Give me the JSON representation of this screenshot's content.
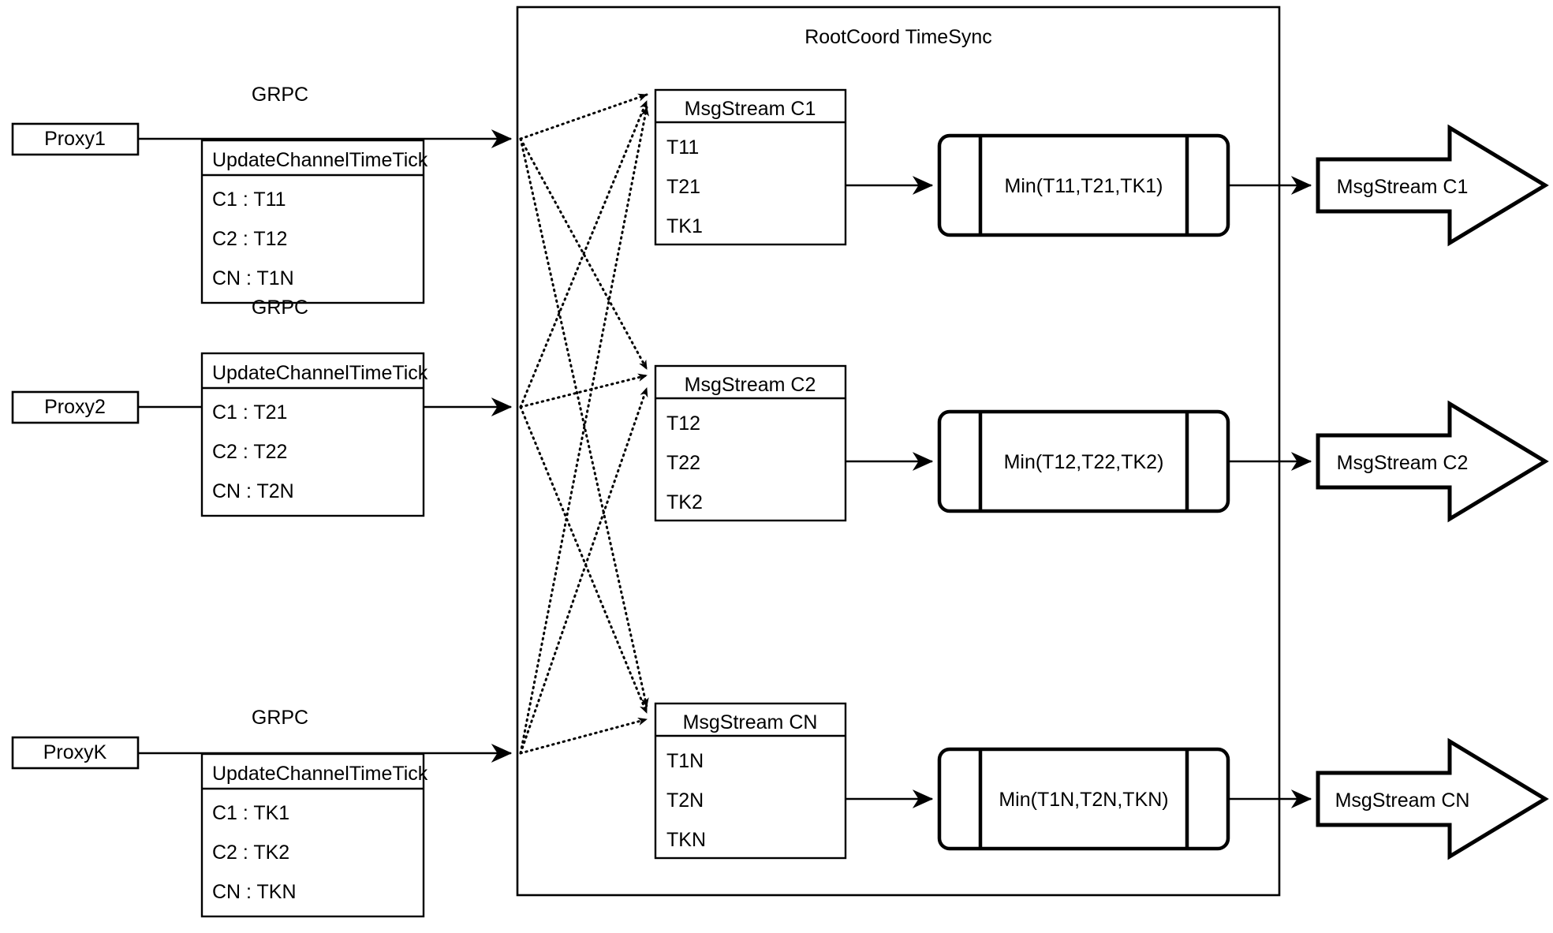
{
  "diagram": {
    "title": "RootCoord TimeSync",
    "container_label": "RootCoord TimeSync",
    "rpc_label": "GRPC",
    "colors": {
      "stroke": "#000000",
      "fill": "#ffffff",
      "background": "#ffffff"
    },
    "rows": [
      {
        "proxy": "Proxy1",
        "rpc": "GRPC",
        "request_title": "UpdateChannelTimeTick",
        "request_rows": [
          "C1 :  T11",
          "C2 :  T12",
          "CN : T1N"
        ],
        "msgstream_title": "MsgStream C1",
        "msgstream_rows": [
          "T11",
          "T21",
          "TK1"
        ],
        "process": "Min(T11,T21,TK1)",
        "output": "MsgStream C1"
      },
      {
        "proxy": "Proxy2",
        "rpc": "GRPC",
        "request_title": "UpdateChannelTimeTick",
        "request_rows": [
          "C1 :  T21",
          "C2 :  T22",
          "CN : T2N"
        ],
        "msgstream_title": "MsgStream C2",
        "msgstream_rows": [
          "T12",
          "T22",
          "TK2"
        ],
        "process": "Min(T12,T22,TK2)",
        "output": "MsgStream C2"
      },
      {
        "proxy": "ProxyK",
        "rpc": "GRPC",
        "request_title": "UpdateChannelTimeTick",
        "request_rows": [
          "C1 :  TK1",
          "C2 :  TK2",
          "CN : TKN"
        ],
        "msgstream_title": "MsgStream CN",
        "msgstream_rows": [
          "T1N",
          "T2N",
          "TKN"
        ],
        "process": "Min(T1N,T2N,TKN)",
        "output": "MsgStream CN"
      }
    ]
  }
}
